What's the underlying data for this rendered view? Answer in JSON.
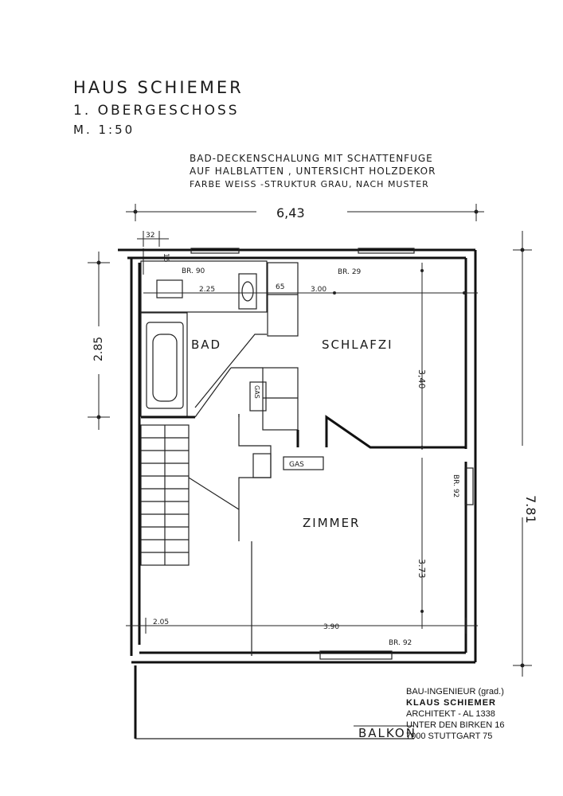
{
  "header": {
    "title": "HAUS SCHIEMER",
    "floor": "1. OBERGESCHOSS",
    "scale": "M. 1:50"
  },
  "note": {
    "line1": "BAD-DECKENSCHALUNG MIT SCHATTENFUGE",
    "line2": "AUF HALBLATTEN , UNTERSICHT HOLZDEKOR",
    "line3": "FARBE    WEISS -STRUKTUR GRAU, NACH MUSTER"
  },
  "rooms": {
    "bath": "BAD",
    "bedroom": "SCHLAFZI",
    "room": "ZIMMER",
    "balcony": "BALKON"
  },
  "dimensions": {
    "total_width": "6,43",
    "total_depth": "7.81",
    "bath_depth": "2.85",
    "bath_width": "2.25",
    "bedroom_width": "3.00",
    "bedroom_depth": "3,40",
    "room_width": "3.90",
    "room_depth": "3.73",
    "stair_width": "2.05",
    "niche": "65",
    "detail_a": "32",
    "detail_b": "16"
  },
  "openings": {
    "br_bath": "BR. 90",
    "br_bedroom": "BR. 29",
    "br_side": "BR. 92",
    "br_bottom": "BR. 92"
  },
  "fixtures": {
    "gas_1": "GAS",
    "gas_2": "GAS"
  },
  "stamp": {
    "line1": "BAU-INGENIEUR (grad.)",
    "line2": "KLAUS SCHIEMER",
    "line3": "ARCHITEKT - AL 1338",
    "line4": "UNTER DEN BIRKEN 16",
    "line5": "7000 STUTTGART 75"
  }
}
